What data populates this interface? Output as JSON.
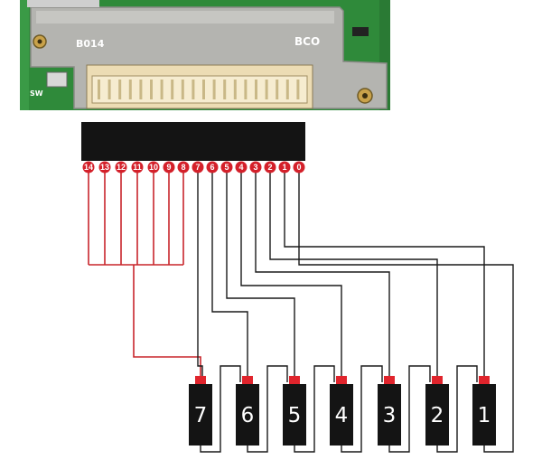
{
  "board": {
    "silkscreen_left": "B014",
    "silkscreen_right": "BCO",
    "switch_label": "SW"
  },
  "connector_pins": [
    "14",
    "13",
    "12",
    "11",
    "10",
    "9",
    "8",
    "7",
    "6",
    "5",
    "4",
    "3",
    "2",
    "1",
    "0"
  ],
  "cells": [
    "7",
    "6",
    "5",
    "4",
    "3",
    "2",
    "1"
  ],
  "colors": {
    "pcb_green": "#2f8a3a",
    "shield_gray": "#b4b4b0",
    "connector_black": "#141414",
    "pin_red": "#d4202a",
    "wire_red": "#c8262c",
    "wire_black": "#1a1a1a",
    "cell_body": "#141414",
    "cell_terminal": "#e0242c"
  }
}
